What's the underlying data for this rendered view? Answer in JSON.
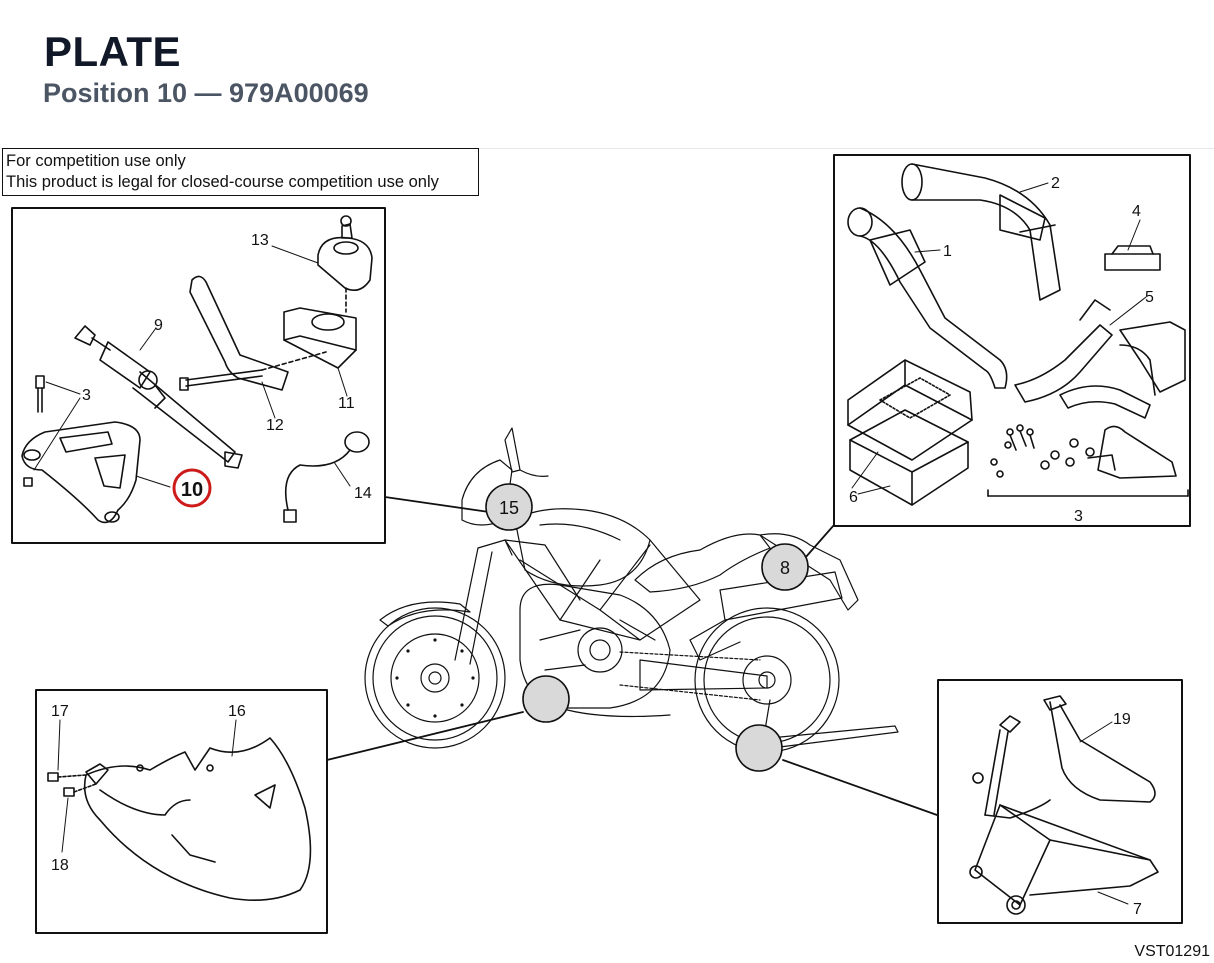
{
  "header": {
    "title": "PLATE",
    "subtitle": "Position 10 — 979A00069"
  },
  "notice": {
    "line1": "For competition use only",
    "line2": "This product is legal for closed-course competition use only"
  },
  "drawing_code": "VST01291",
  "callouts": {
    "steering_damper": {
      "c3": "3",
      "c9": "9",
      "c10": "10",
      "c11": "11",
      "c12": "12",
      "c13": "13",
      "c14": "14"
    },
    "exhaust": {
      "c1": "1",
      "c2": "2",
      "c3": "3",
      "c4": "4",
      "c5": "5",
      "c6": "6"
    },
    "belly_pan": {
      "c16": "16",
      "c17": "17",
      "c18": "18"
    },
    "stand": {
      "c7": "7",
      "c19": "19"
    }
  },
  "hotspots": {
    "h15": "15",
    "h8": "8"
  },
  "colors": {
    "highlight": "#cc1b1b",
    "hotspot_fill": "#d9d9d9",
    "line": "#111111"
  }
}
